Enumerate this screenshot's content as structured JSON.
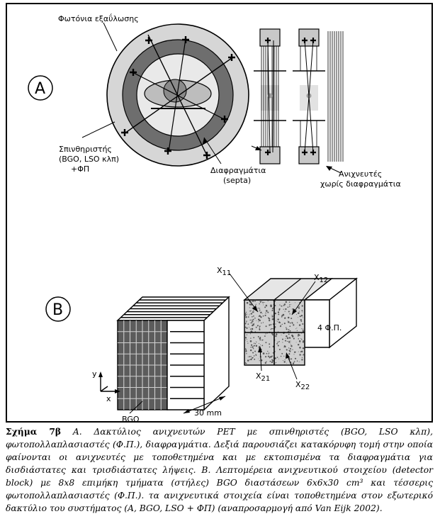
{
  "panel_a": {
    "section_label": "A",
    "annihilation_photons": "Φωτόνια εξαΰλωσης",
    "scintillators_l1": "Σπινθηριστής",
    "scintillators_l2": "(BGO, LSO κλπ)",
    "scintillators_l3": "+ΦΠ",
    "septa_l1": "Διαφραγμάτια",
    "septa_l2": "(septa)",
    "no_septa_l1": "Ανιχνευτές",
    "no_septa_l2": "χωρίς διαφραγμάτια"
  },
  "panel_b": {
    "section_label": "B",
    "bgo": "BGO",
    "dim": "30 mm",
    "pmt": "4 Φ.Π.",
    "axis_y": "y",
    "axis_x": "x",
    "x11": "X",
    "x11_sub": "11",
    "x12": "X",
    "x12_sub": "12",
    "x21": "X",
    "x21_sub": "21",
    "x22": "X",
    "x22_sub": "22"
  },
  "caption": {
    "figure_label": "Σχήμα 7β",
    "text": "Α. Δακτύλιος ανιχνευτών PET με σπινθηριστές (BGO, LSO κλπ), φωτοπολλαπλασιαστές (Φ.Π.), διαφραγμάτια. Δεξιά παρουσιάζει κατακόρυφη τομή στην οποία φαίνονται οι ανιχνευτές με τοποθετημένα και με εκτοπισμένα τα διαφραγμάτια για δισδιάστατες και τρισδιάστατες λήψεις. Β. Λεπτομέρεια ανιχνευτικού στοιχείου (detector block) με 8x8 επιμήκη τμήματα (στήλες) BGO διαστάσεων 6x6x30 cm³ και τέσσερις φωτοπολλαπλασιαστές (Φ.Π.). τα ανιχνευτικά στοιχεία είναι τοποθετημένα στον εξωτερικό δακτύλιο του συστήματος (A, BGO, LSO + ΦΠ) (αναπροσαρμογή από Van Eijk 2002)."
  }
}
